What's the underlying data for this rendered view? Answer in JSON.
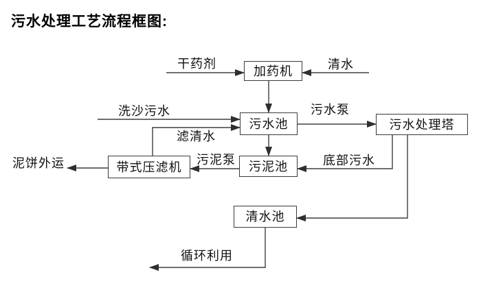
{
  "title": "污水处理工艺流程框图:",
  "nodes": [
    {
      "name": "dosing-machine",
      "label": "加药机"
    },
    {
      "name": "sewage-pool",
      "label": "污水池"
    },
    {
      "name": "sewage-treatment-tower",
      "label": "污水处理塔"
    },
    {
      "name": "sludge-pool",
      "label": "污泥池"
    },
    {
      "name": "belt-filter-press",
      "label": "带式压滤机"
    },
    {
      "name": "clean-water-pool",
      "label": "清水池"
    }
  ],
  "flow_labels": [
    {
      "name": "dry-chemical",
      "text": "干药剂"
    },
    {
      "name": "clean-water",
      "text": "清水"
    },
    {
      "name": "sand-washing-sewage",
      "text": "洗沙污水"
    },
    {
      "name": "sewage-pump",
      "text": "污水泵"
    },
    {
      "name": "filtered-water",
      "text": "滤清水"
    },
    {
      "name": "sludge-pump",
      "text": "污泥泵"
    },
    {
      "name": "bottom-sewage",
      "text": "底部污水"
    },
    {
      "name": "mud-cake-transport",
      "text": "泥饼外运"
    },
    {
      "name": "recycle-use",
      "text": "循环利用"
    }
  ],
  "colors": {
    "line": "#3f3f3f",
    "text": "#111111",
    "background": "#ffffff"
  }
}
